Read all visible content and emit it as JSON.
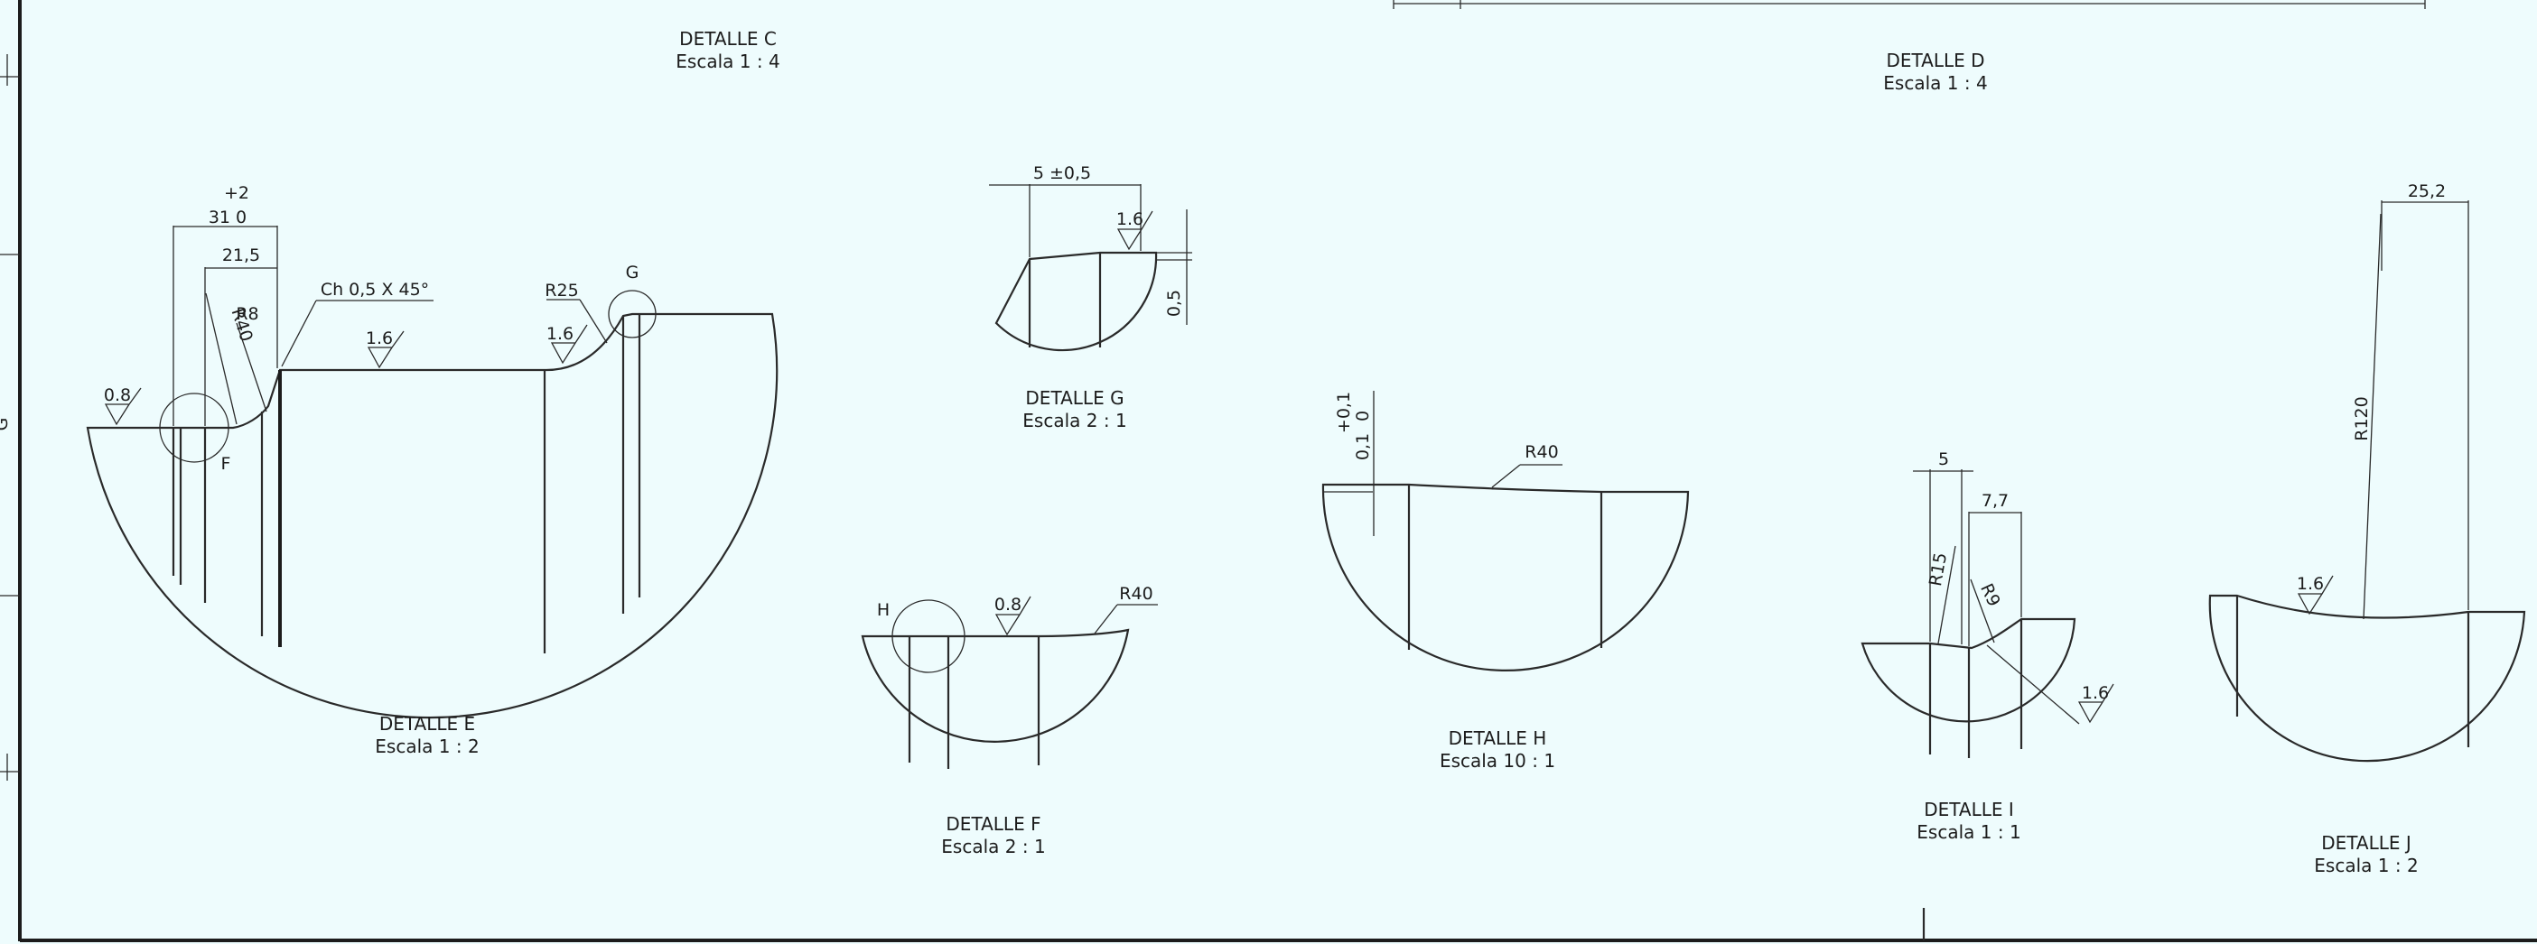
{
  "details": {
    "c": {
      "title": "DETALLE C",
      "scale": "Escala 1 : 4"
    },
    "d": {
      "title": "DETALLE D",
      "scale": "Escala 1 : 4"
    },
    "e": {
      "title": "DETALLE E",
      "scale": "Escala 1 : 2"
    },
    "f": {
      "title": "DETALLE F",
      "scale": "Escala 2 : 1"
    },
    "g": {
      "title": "DETALLE G",
      "scale": "Escala 2 : 1"
    },
    "h": {
      "title": "DETALLE H",
      "scale": "Escala 10 : 1"
    },
    "i": {
      "title": "DETALLE I",
      "scale": "Escala 1 : 1"
    },
    "j": {
      "title": "DETALLE J",
      "scale": "Escala 1 : 2"
    }
  },
  "labels": {
    "tol_plus2": "+2",
    "dim_31": "31  0",
    "dim_21_5": "21,5",
    "r8": "R8",
    "r40_e": "R40",
    "chamfer": "Ch 0,5 X 45°",
    "r25": "R25",
    "g_marker": "G",
    "f_marker": "F",
    "rough_e1": "0.8",
    "rough_e2": "1.6",
    "rough_e3": "1.6",
    "dim_5_g": "5 ±0,5",
    "rough_g": "1.6",
    "dim_0_5_g": "0,5",
    "h_marker": "H",
    "rough_f": "0.8",
    "r40_f": "R40",
    "tol_h_plus": "+0,1",
    "tol_h_zero": "0",
    "dim_0_1_h": "0,1",
    "r40_h": "R40",
    "dim_5_i": "5",
    "dim_7_7_i": "7,7",
    "r15_i": "R15",
    "r9_i": "R9",
    "rough_i": "1.6",
    "dim_25_2_j": "25,2",
    "r120_j": "R120",
    "rough_j": "1.6",
    "left_border_letter": "G"
  }
}
